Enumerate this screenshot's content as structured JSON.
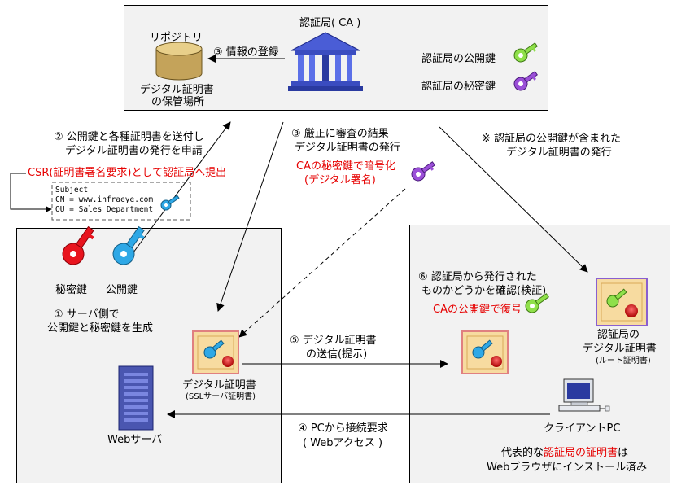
{
  "ca": {
    "title": "認証局( CA )",
    "public_key_label": "認証局の公開鍵",
    "private_key_label": "認証局の秘密鍵"
  },
  "repository": {
    "title": "リポジトリ",
    "caption_1": "デジタル証明書",
    "caption_2": "の保管場所"
  },
  "steps": {
    "s3a": "③ 情報の登録",
    "s2_1": "② 公開鍵と各種証明書を送付し",
    "s2_2": "デジタル証明書の発行を申請",
    "csr": "CSR(証明書署名要求)として認証局へ提出",
    "s3b_1": "③ 厳正に審査の結果",
    "s3b_2": "デジタル証明書の発行",
    "ca_sign_1": "CAの秘密鍵で暗号化",
    "ca_sign_2": "(デジタル署名)",
    "note_1": "※ 認証局の公開鍵が含まれた",
    "note_2": "デジタル証明書の発行",
    "s1_1": "① サーバ側で",
    "s1_2": "公開鍵と秘密鍵を生成",
    "s5_1": "⑤ デジタル証明書",
    "s5_2": "の送信(提示)",
    "s4_1": "④ PCから接続要求",
    "s4_2": "( Webアクセス )",
    "s6_1": "⑥ 認証局から発行された",
    "s6_2": "ものかどうかを確認(検証)",
    "ca_verify": "CAの公開鍵で復号"
  },
  "subject": {
    "line1": "Subject",
    "line2": "CN = www.infraeye.com",
    "line3": "OU = Sales Department"
  },
  "server": {
    "private_key": "秘密鍵",
    "public_key": "公開鍵",
    "cert_1": "デジタル証明書",
    "cert_2": "(SSLサーバ証明書)",
    "web_server": "Webサーバ"
  },
  "client": {
    "root_cert_1": "認証局の",
    "root_cert_2": "デジタル証明書",
    "root_cert_3": "(ルート証明書)",
    "pc": "クライアントPC",
    "bottom_1a": "代表的な",
    "bottom_1b": "認証局の証明書",
    "bottom_1c": "は",
    "bottom_2": "Webブラウザにインストール済み"
  },
  "colors": {
    "red_key": "#e8141e",
    "blue_key": "#2ea8e6",
    "green_key": "#8fe04a",
    "purple_key": "#9b4fd8",
    "highlight": "#e60000"
  }
}
